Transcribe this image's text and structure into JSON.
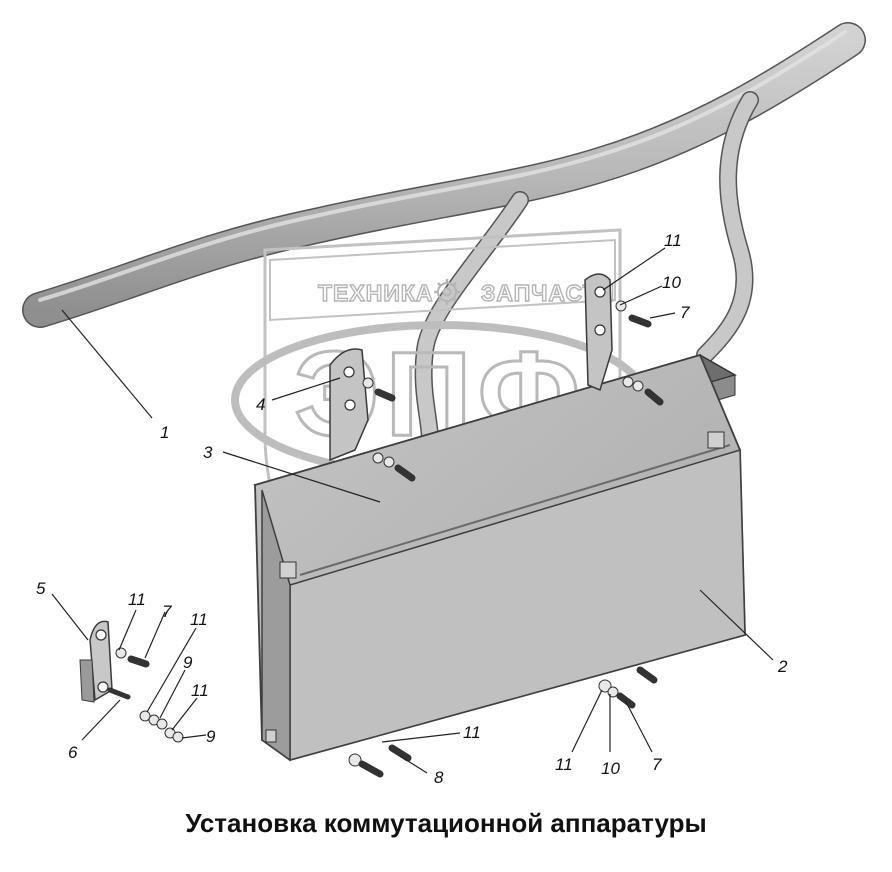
{
  "caption": "Установка коммутационной аппаратуры",
  "watermark": {
    "left_text": "ТЕХНИКА",
    "right_text": "ЗАПЧАСТИ",
    "emblem": "ЭПФ",
    "gear_icon": "gear-icon"
  },
  "callouts": {
    "c1": "1",
    "c2": "2",
    "c3": "3",
    "c4": "4",
    "c5": "5",
    "c6": "6",
    "c7_top": "7",
    "c7_left": "7",
    "c7_bottom": "7",
    "c8": "8",
    "c9_upper": "9",
    "c9_lower": "9",
    "c10_top": "10",
    "c10_bottom": "10",
    "c11_top": "11",
    "c11_left_a": "11",
    "c11_left_b": "11",
    "c11_left_c": "11",
    "c11_bottom_mid": "11",
    "c11_bottom_right": "11"
  },
  "colors": {
    "part_fill": "#bdbdbd",
    "part_dark": "#8a8a8a",
    "outline": "#444444",
    "watermark": "#b4b4b4"
  }
}
